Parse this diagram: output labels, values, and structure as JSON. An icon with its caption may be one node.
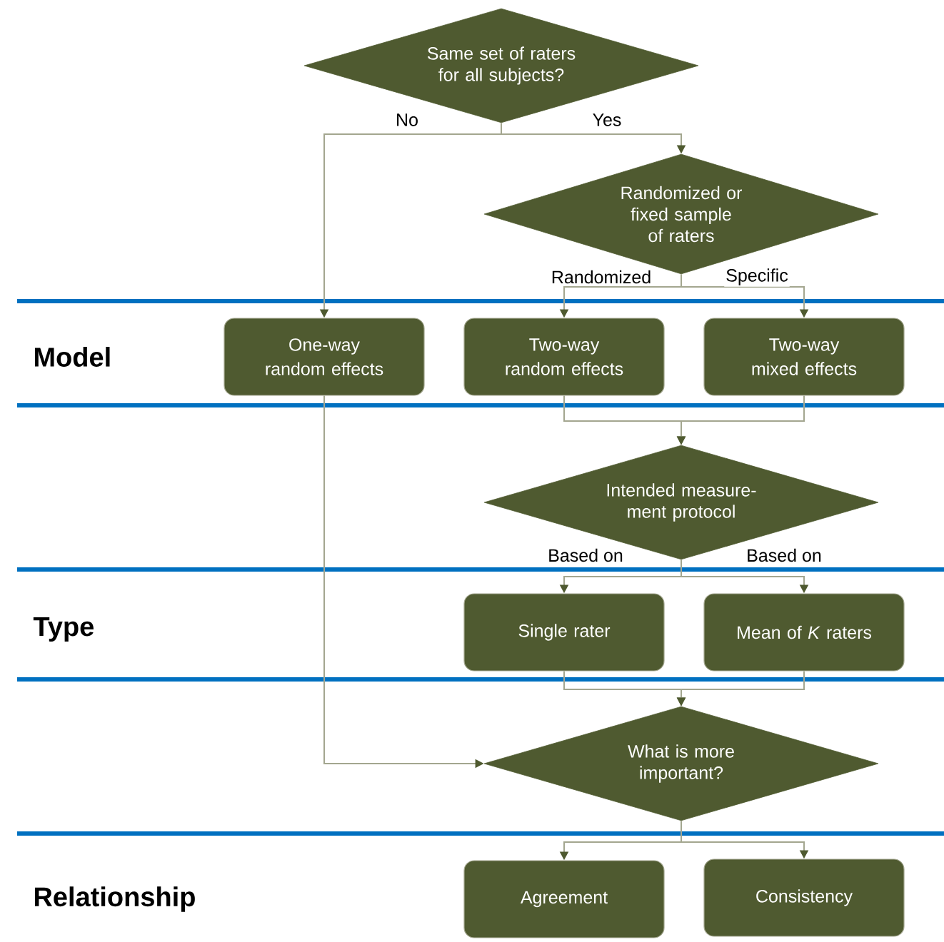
{
  "diagram": {
    "nodes": [
      {
        "text": [
          "Same set of raters for all subjects?"
        ]
      },
      {
        "text": [
          "Randomized or fixed sample of raters"
        ]
      },
      {
        "text": [
          "One-way random effects"
        ]
      },
      {
        "text": [
          "Two-way random effects"
        ]
      },
      {
        "text": [
          "Two-way mixed effects"
        ]
      },
      {
        "text": [
          "Intended measure- ment protocol"
        ]
      },
      {
        "text": [
          "Single rater"
        ]
      },
      {
        "text": [
          "Mean of *K* raters"
        ]
      },
      {
        "text": [
          "What is more important?"
        ]
      },
      {
        "text": [
          "Agreement"
        ]
      },
      {
        "text": [
          "Consistency"
        ]
      }
    ],
    "edges": [
      {
        "from": 0,
        "to": 2,
        "arrow": "to",
        "label": "No"
      },
      {
        "from": 0,
        "to": 1,
        "arrow": "to",
        "label": "Yes"
      },
      {
        "from": 1,
        "to": 3,
        "arrow": "to",
        "label": "Randomized"
      },
      {
        "from": 1,
        "to": 4,
        "arrow": "to",
        "label": "Specific"
      },
      {
        "from": 3,
        "to": 5,
        "arrow": "to"
      },
      {
        "from": 4,
        "to": 5,
        "arrow": "to"
      },
      {
        "from": 2,
        "to": 8,
        "arrow": "to"
      },
      {
        "from": 5,
        "to": 6,
        "arrow": "to",
        "label": "Based on"
      },
      {
        "from": 5,
        "to": 7,
        "arrow": "to",
        "label": "Based on"
      },
      {
        "from": 6,
        "to": 8,
        "arrow": "to"
      },
      {
        "from": 7,
        "to": 8,
        "arrow": "to"
      },
      {
        "from": 8,
        "to": 9,
        "arrow": "to"
      },
      {
        "from": 8,
        "to": 10,
        "arrow": "to"
      }
    ],
    "labels": [
      "Model",
      "Type",
      "Relationship"
    ]
  }
}
